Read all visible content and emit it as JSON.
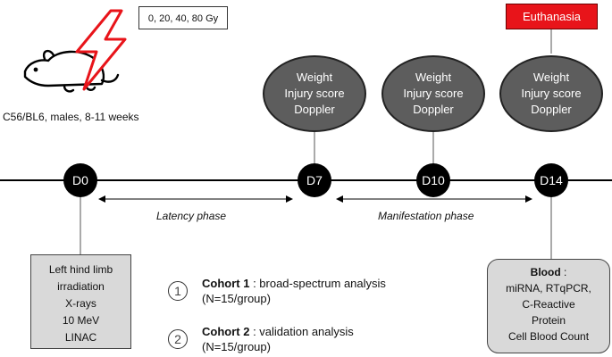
{
  "dose_label": "0, 20, 40, 80 Gy",
  "strain_label": "C56/BL6, males, 8-11 weeks",
  "euthanasia_label": "Euthanasia",
  "measurements": [
    {
      "lines": [
        "Weight",
        "Injury score",
        "Doppler"
      ]
    },
    {
      "lines": [
        "Weight",
        "Injury score",
        "Doppler"
      ]
    },
    {
      "lines": [
        "Weight",
        "Injury score",
        "Doppler"
      ]
    }
  ],
  "days": [
    "D0",
    "D7",
    "D10",
    "D14"
  ],
  "phases": {
    "latency": "Latency phase",
    "manifestation": "Manifestation phase"
  },
  "irradiation_box": {
    "lines": [
      "Left hind limb",
      "irradiation",
      "X-rays",
      "10 MeV",
      "LINAC"
    ]
  },
  "cohorts": [
    {
      "num": "1",
      "title": "Cohort 1",
      "desc": " : broad-spectrum analysis",
      "n": "(N=15/group)"
    },
    {
      "num": "2",
      "title": "Cohort 2",
      "desc": " : validation analysis",
      "n": "(N=15/group)"
    }
  ],
  "blood_box": {
    "title": "Blood",
    "title_suffix": " :",
    "lines": [
      "miRNA, RTqPCR,",
      "C-Reactive",
      "Protein",
      "Cell Blood Count"
    ]
  },
  "colors": {
    "euthanasia": "#e8141a",
    "ellipse": "#5d5d5d",
    "box": "#d9d9d9",
    "lightning": "#e8141a"
  },
  "icons": [
    "mouse-icon",
    "lightning-icon"
  ]
}
